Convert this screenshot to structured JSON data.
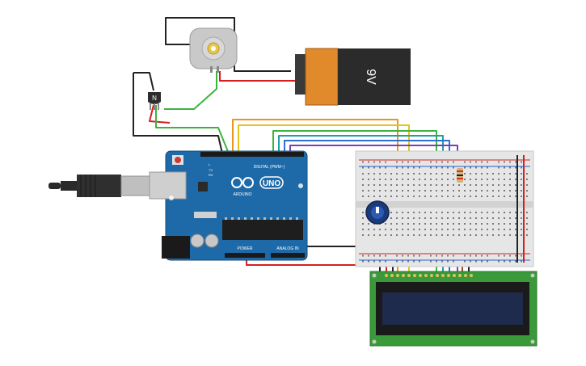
{
  "battery": {
    "label": "9V",
    "body_color": "#2b2b2b",
    "cap_color": "#e08a2c"
  },
  "transistor": {
    "label": "N"
  },
  "arduino": {
    "brand": "ARDUINO",
    "model": "UNO",
    "digital_header": "DIGITAL (PWM~)",
    "power_header": "POWER",
    "analog_header": "ANALOG IN",
    "pin_tx": "TX",
    "pin_rx": "RX",
    "pin_l": "L",
    "board_color": "#1e6aa8"
  },
  "lcd": {
    "pcb_color": "#3a9a3a",
    "screen_color": "#1f2b4d"
  },
  "wires": {
    "orange": "#e8961e",
    "yellow": "#e8c21e",
    "green": "#3cb43c",
    "teal": "#1ea0a0",
    "blue": "#2f6fd1",
    "purple": "#7a3fb5",
    "red": "#d42020",
    "black": "#222222",
    "brown": "#8a4a1e"
  }
}
